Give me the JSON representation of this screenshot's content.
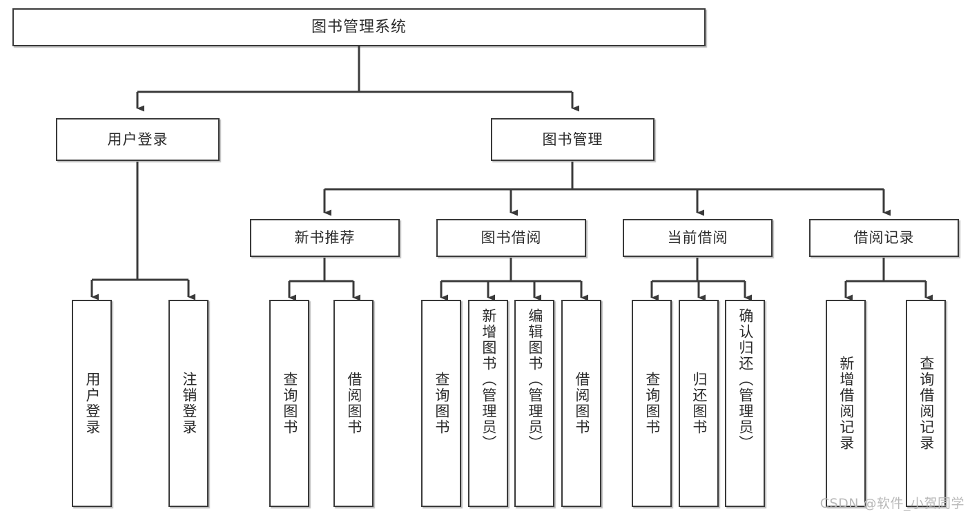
{
  "diagram": {
    "type": "tree-hierarchy",
    "title": "图书管理系统",
    "root": {
      "label": "图书管理系统"
    },
    "level2": [
      {
        "label": "用户登录"
      },
      {
        "label": "图书管理"
      }
    ],
    "level3": [
      {
        "label": "新书推荐"
      },
      {
        "label": "图书借阅"
      },
      {
        "label": "当前借阅"
      },
      {
        "label": "借阅记录"
      }
    ],
    "leaves": {
      "user_login": [
        {
          "label": "用户登录"
        },
        {
          "label": "注销登录"
        }
      ],
      "new_book_recommend": [
        {
          "label": "查询图书"
        },
        {
          "label": "借阅图书"
        }
      ],
      "book_borrow": [
        {
          "label": "查询图书"
        },
        {
          "label": "新增图书（管理员）"
        },
        {
          "label": "编辑图书（管理员）"
        },
        {
          "label": "借阅图书"
        }
      ],
      "current_borrow": [
        {
          "label": "查询图书"
        },
        {
          "label": "归还图书"
        },
        {
          "label": "确认归还（管理员）"
        }
      ],
      "borrow_record": [
        {
          "label": "新增借阅记录"
        },
        {
          "label": "查询借阅记录"
        }
      ]
    }
  },
  "watermark": {
    "text": "CSDN @软件_小贺同学"
  },
  "colors": {
    "background": "#ffffff",
    "line": "#3a3a3a",
    "box_fill": "#ffffff",
    "text": "#2b2b2b",
    "watermark": "#b9b9b9"
  }
}
